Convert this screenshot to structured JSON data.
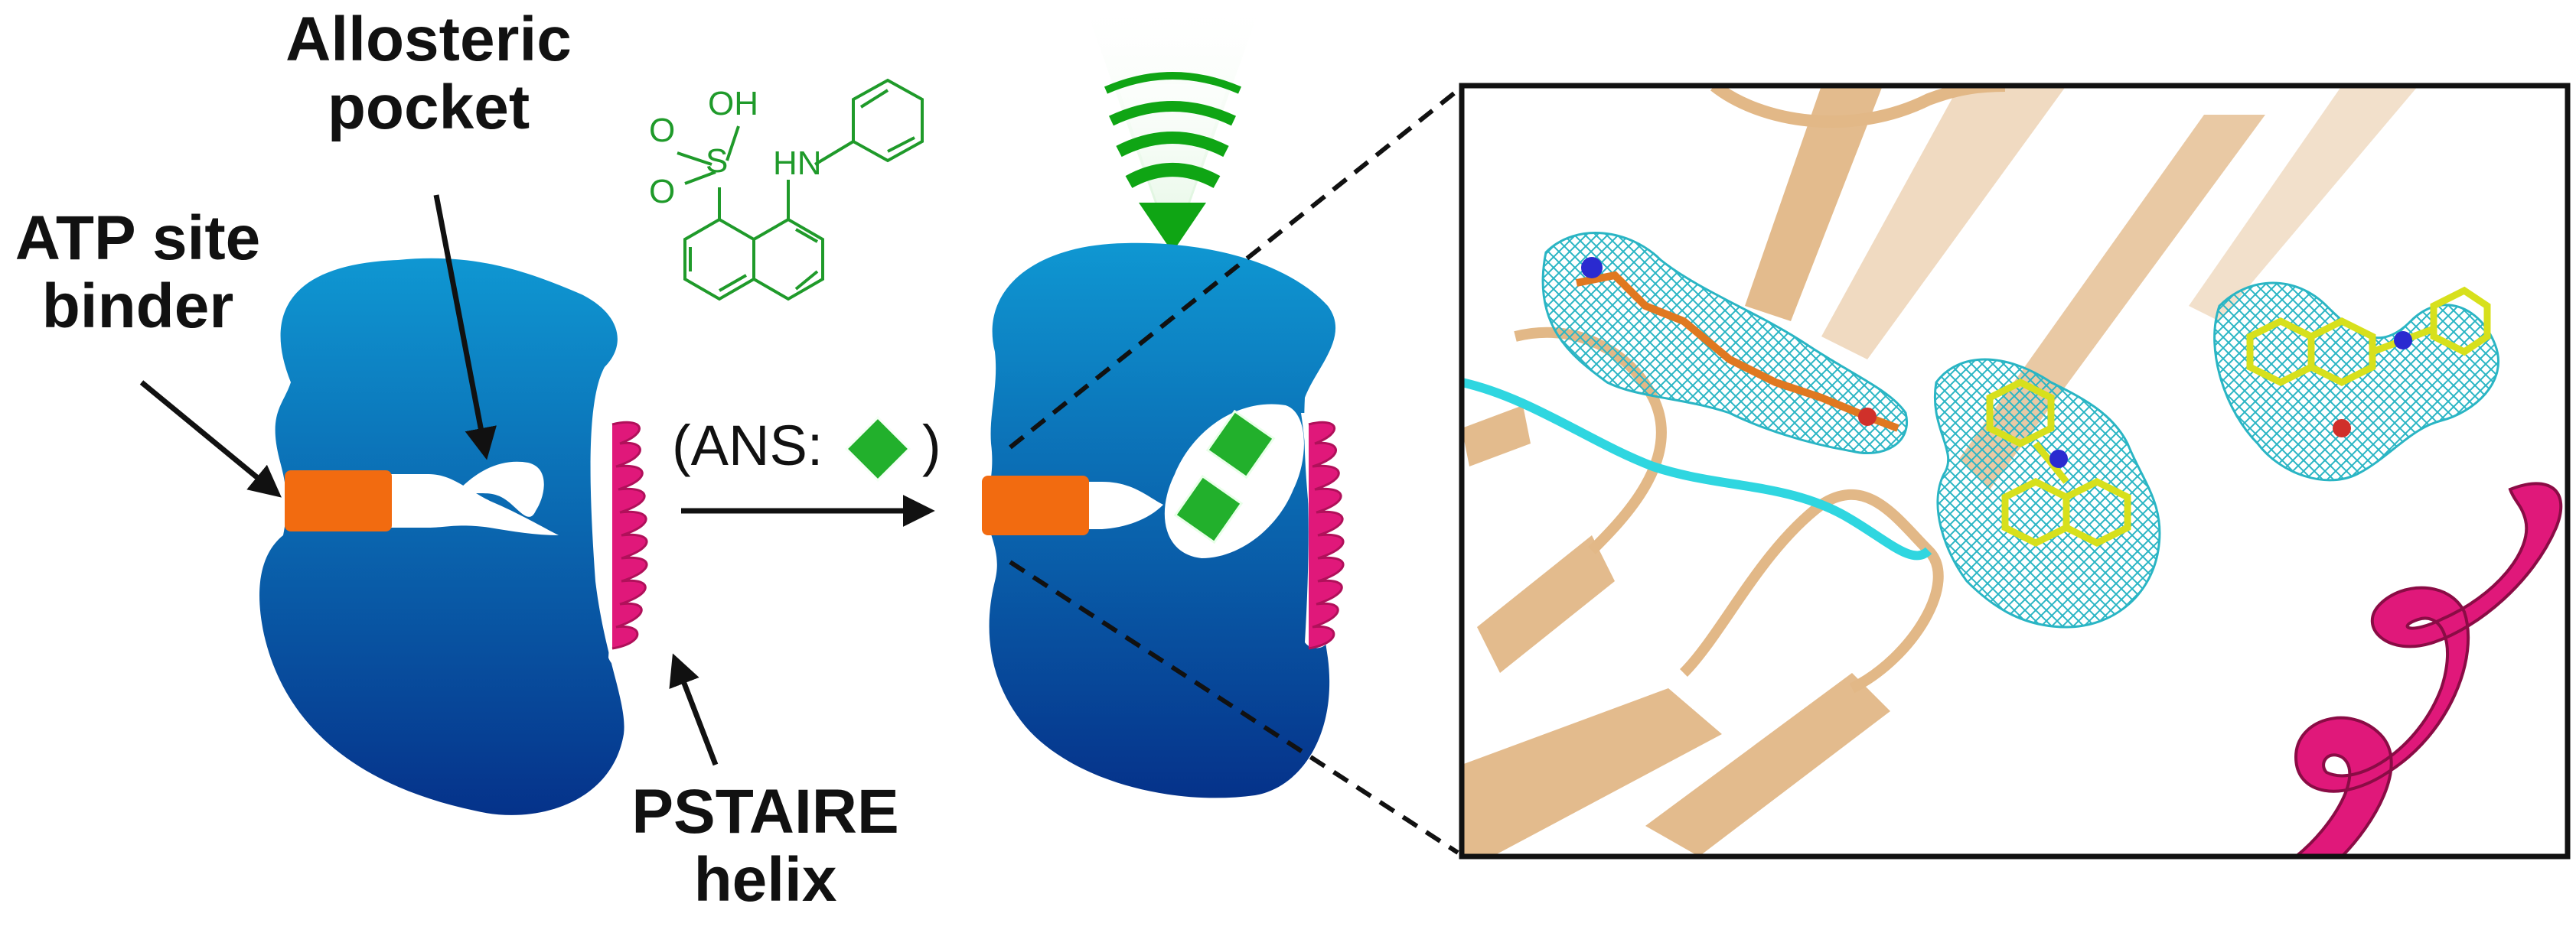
{
  "labels": {
    "allosteric_line1": "Allosteric",
    "allosteric_line2": "pocket",
    "atp_line1": "ATP site",
    "atp_line2": "binder",
    "pstaire_line1": "PSTAIRE",
    "pstaire_line2": "helix",
    "ans_open": "(ANS:",
    "ans_close": ")"
  },
  "chem": {
    "o1": "O",
    "o2": "O",
    "s": "S",
    "oh": "OH",
    "hn": "HN"
  },
  "colors": {
    "protein_top": "#0f97d2",
    "protein_bottom": "#05328a",
    "atp_binder": "#f26b10",
    "helix": "#e0187a",
    "ans_ligand": "#22b02c",
    "chem_structure": "#1f9a2a",
    "ribbon": "#e2b887",
    "mesh": "#2ab5c4",
    "cyan_loop": "#2fd6e0",
    "ligand_carbon": "#d7e01c",
    "signal": "#0fa514"
  },
  "icons": {
    "reaction_arrow": "arrow-right-icon",
    "fluorescence": "signal-cone-icon",
    "ligand": "green-diamond-icon"
  }
}
